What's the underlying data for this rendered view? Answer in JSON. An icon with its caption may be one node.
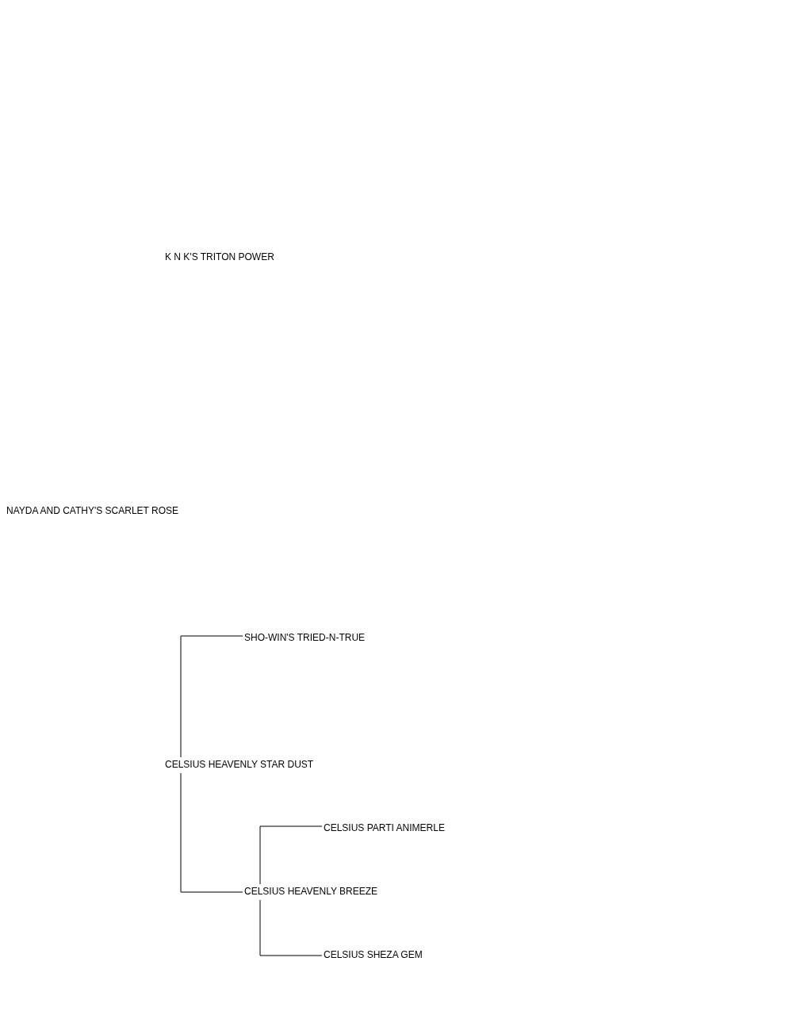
{
  "diagram": {
    "nodes": [
      {
        "text": [
          "K N K'S TRITON POWER"
        ]
      },
      {
        "text": [
          "NAYDA AND CATHY'S SCARLET ROSE"
        ]
      },
      {
        "text": [
          "SHO-WIN'S TRIED-N-TRUE"
        ]
      },
      {
        "text": [
          "CELSIUS HEAVENLY STAR DUST"
        ]
      },
      {
        "text": [
          "CELSIUS PARTI ANIMERLE"
        ]
      },
      {
        "text": [
          "CELSIUS HEAVENLY BREEZE"
        ]
      },
      {
        "text": [
          "CELSIUS SHEZA GEM"
        ]
      }
    ],
    "edges": [
      {
        "from": 3,
        "to": 2,
        "arrow": "none"
      },
      {
        "from": 3,
        "to": 5,
        "arrow": "none"
      },
      {
        "from": 5,
        "to": 4,
        "arrow": "none"
      },
      {
        "from": 5,
        "to": 6,
        "arrow": "none"
      }
    ]
  }
}
